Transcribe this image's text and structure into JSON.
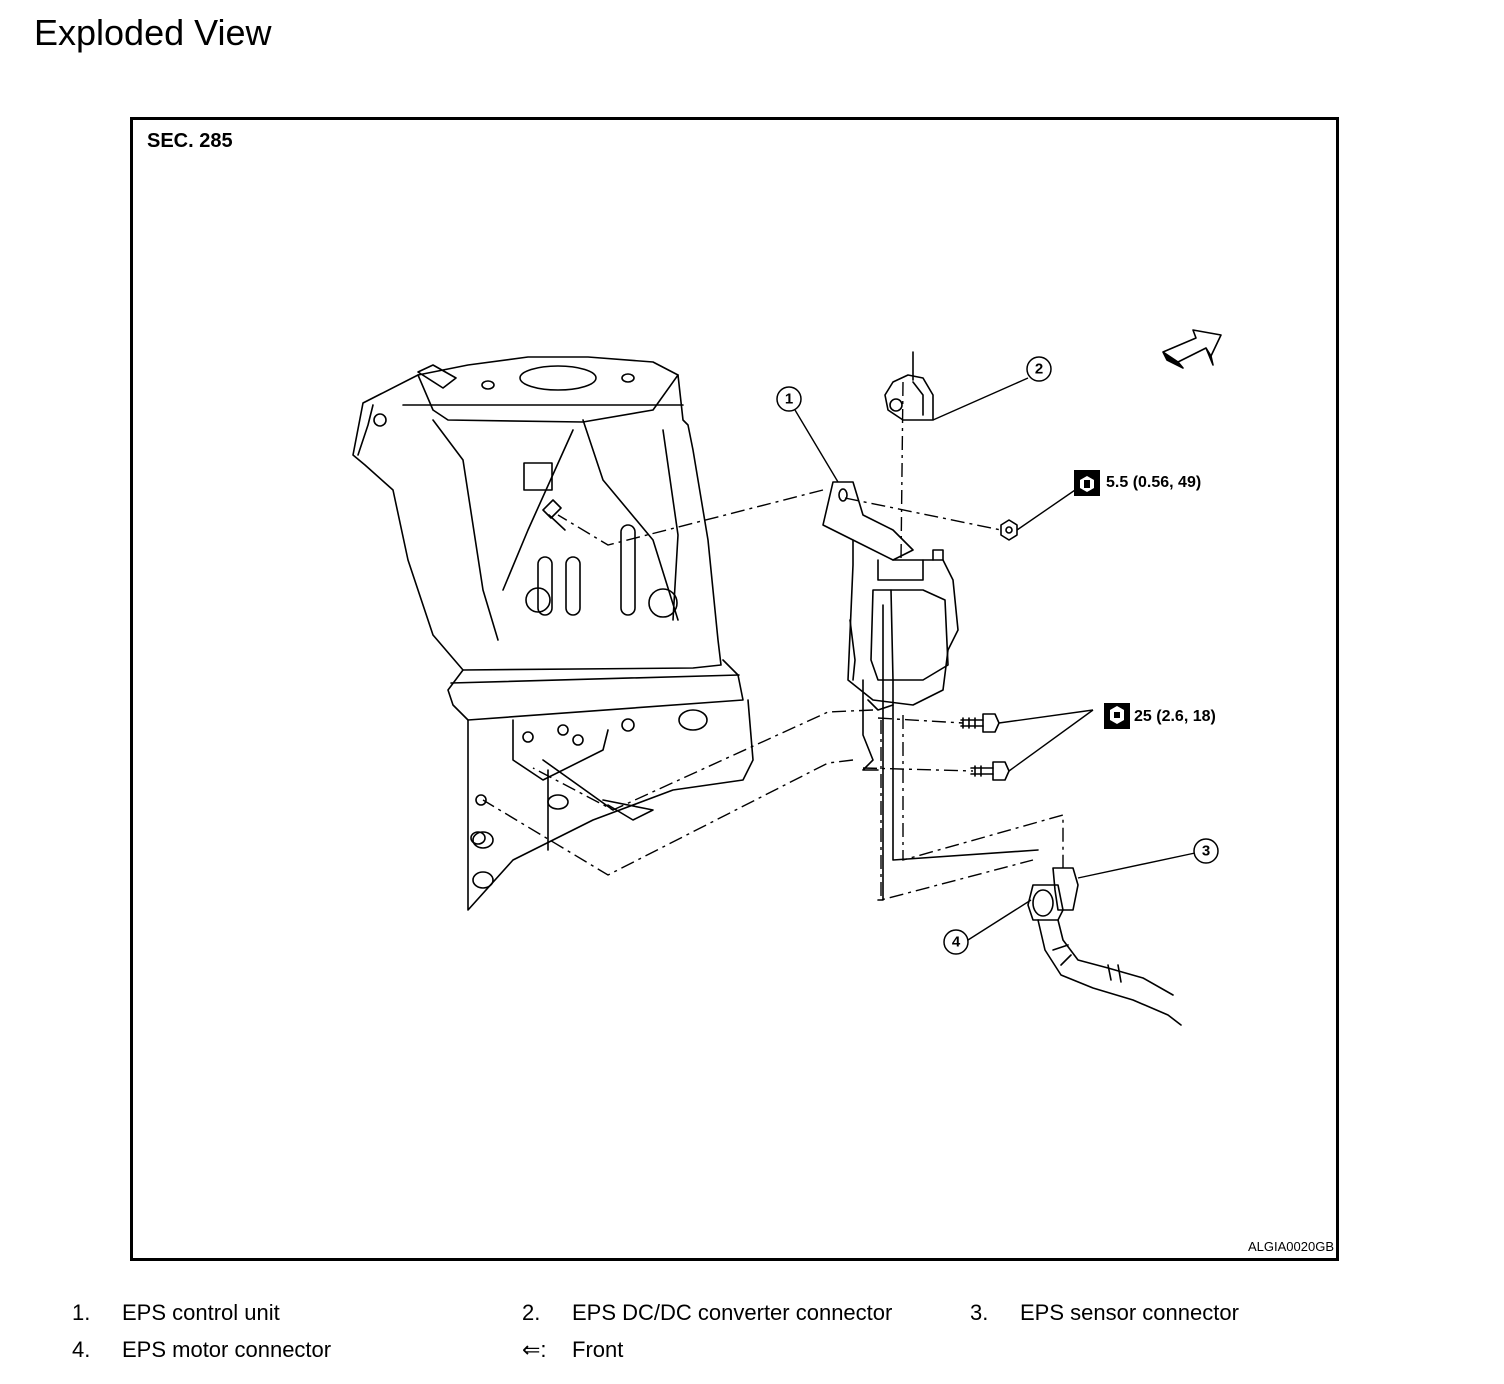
{
  "page": {
    "title": "Exploded View"
  },
  "figure": {
    "section": "SEC. 285",
    "code": "ALGIA0020GB",
    "callouts": [
      "1",
      "2",
      "3",
      "4"
    ],
    "torque_specs": [
      {
        "value": "5.5 (0.56, 49)",
        "icon": "torque-wrench-icon"
      },
      {
        "value": "25 (2.6, 18)",
        "icon": "torque-wrench-icon"
      }
    ],
    "front_arrow_icon": "front-direction-arrow-icon"
  },
  "legend": [
    {
      "num": "1.",
      "text": "EPS control unit"
    },
    {
      "num": "2.",
      "text": "EPS DC/DC converter connector"
    },
    {
      "num": "3.",
      "text": "EPS sensor connector"
    },
    {
      "num": "4.",
      "text": "EPS motor connector"
    },
    {
      "num": "⇐:",
      "text": "Front"
    }
  ],
  "colors": {
    "line": "#000000",
    "background": "#ffffff"
  }
}
